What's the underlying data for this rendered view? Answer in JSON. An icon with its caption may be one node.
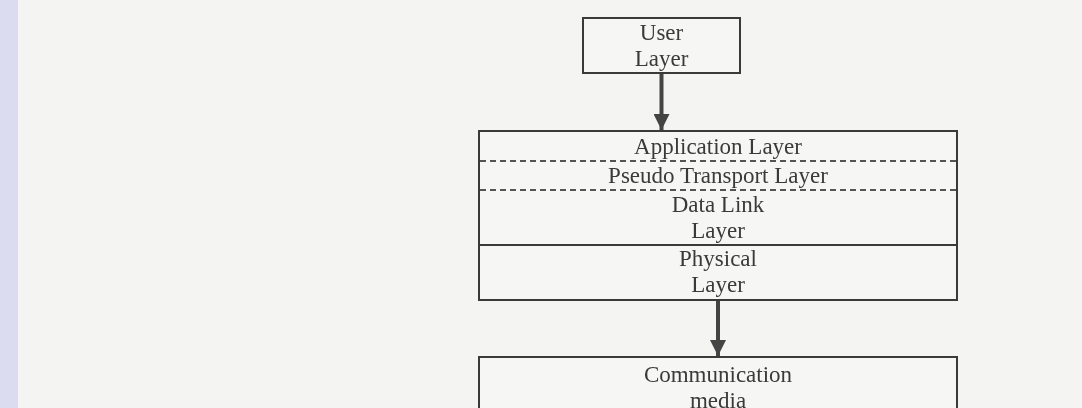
{
  "diagram": {
    "nodes": [
      {
        "text": [
          "User Layer"
        ]
      },
      {
        "text": [],
        "shape": "box"
      },
      {
        "text": [
          "Application Layer"
        ],
        "in": 1
      },
      {
        "text": [
          "Pseudo Transport Layer"
        ],
        "in": 1
      },
      {
        "text": [
          "Data Link Layer"
        ],
        "in": 1
      },
      {
        "text": [
          "Physical Layer"
        ],
        "in": 1
      },
      {
        "text": [
          "Communication media"
        ]
      }
    ],
    "edges": [
      {
        "from": 0,
        "to": 1,
        "arrow": "to"
      },
      {
        "from": 1,
        "to": 6,
        "arrow": "to"
      }
    ]
  }
}
